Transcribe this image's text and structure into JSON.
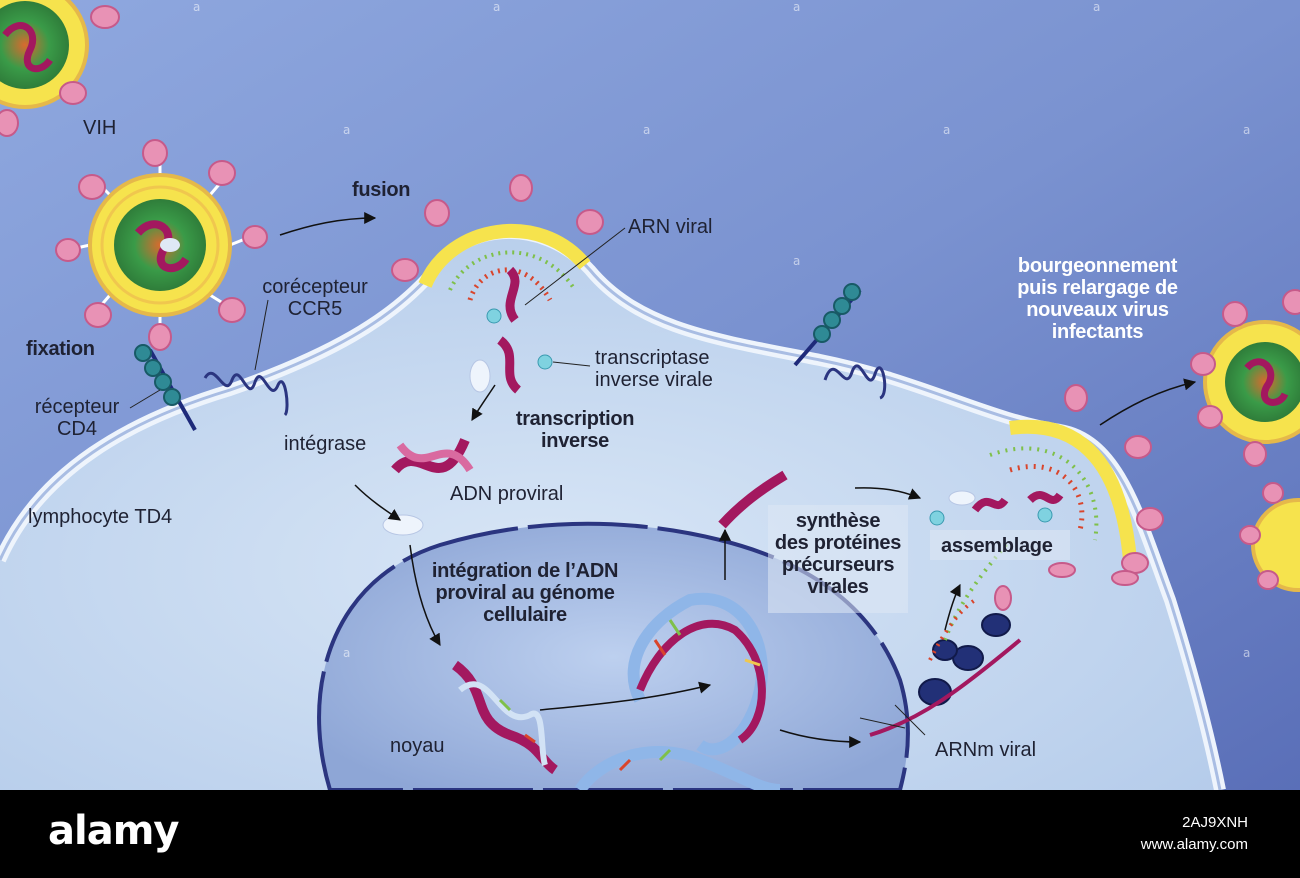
{
  "labels": {
    "vih": "VIH",
    "fusion": "fusion",
    "arn_viral": "ARN viral",
    "corecepteur": [
      "corécepteur",
      "CCR5"
    ],
    "fixation": "fixation",
    "recepteur": [
      "récepteur",
      "CD4"
    ],
    "transcriptase": [
      "transcriptase",
      "inverse virale"
    ],
    "transcription": [
      "transcription",
      "inverse"
    ],
    "integrase": "intégrase",
    "adn_proviral": "ADN proviral",
    "lymphocyte": "lymphocyte TD4",
    "integration": [
      "intégration de l’ADN",
      "proviral au génome",
      "cellulaire"
    ],
    "synthese": [
      "synthèse",
      "des protéines",
      "précurseurs",
      "virales"
    ],
    "assemblage": "assemblage",
    "bourgeonnement": [
      "bourgeonnement",
      "puis relargage de",
      "nouveaux virus",
      "infectants"
    ],
    "noyau": "noyau",
    "arnm": "ARNm viral"
  },
  "footer": {
    "brand": "alamy",
    "image_id": "2AJ9XNH",
    "site": "www.alamy.com"
  },
  "colors": {
    "background": "#6a80c4",
    "cell": "#c6d9ef",
    "membrane": "#e3ecf8",
    "nucleus": "#9fb6df",
    "viral_shell": "#f4e04a",
    "viral_core": "#3f9a4a",
    "glycoprotein": "#e892b5",
    "dna_magenta": "#a3185f",
    "receptor_teal": "#2f8a95"
  }
}
